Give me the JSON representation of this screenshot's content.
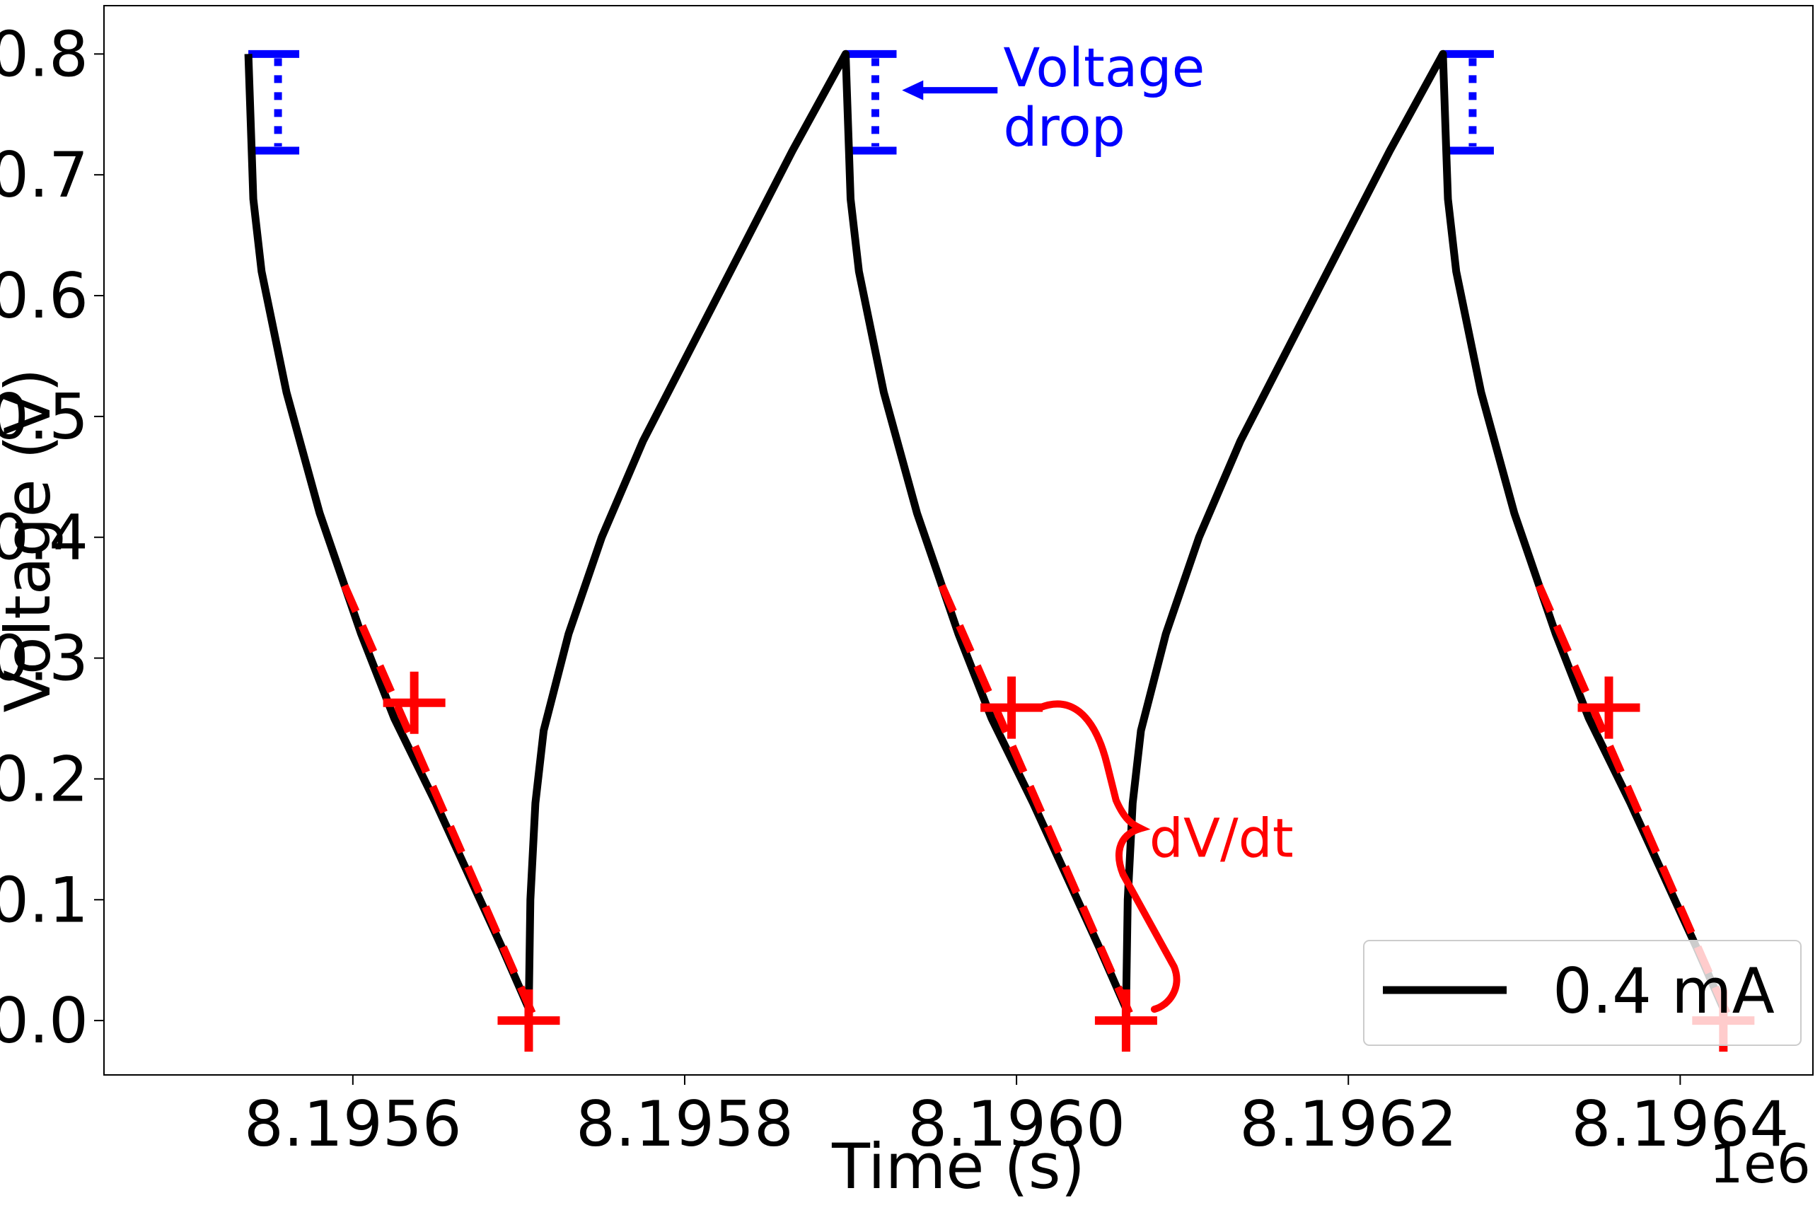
{
  "chart_data": {
    "type": "line",
    "title": "",
    "xlabel": "Time (s)",
    "ylabel": "Voltage (V)",
    "x_offset_label": "1e6",
    "xlim": [
      8.19545,
      8.19648
    ],
    "ylim": [
      -0.045,
      0.84
    ],
    "grid": false,
    "legend_position": "lower right",
    "x_ticks": [
      8.1956,
      8.1958,
      8.196,
      8.1962,
      8.1964
    ],
    "x_tick_labels": [
      "8.1956",
      "8.1958",
      "8.1960",
      "8.1962",
      "8.1964"
    ],
    "y_ticks": [
      0.0,
      0.1,
      0.2,
      0.3,
      0.4,
      0.5,
      0.6,
      0.7,
      0.8
    ],
    "y_tick_labels": [
      "0.0",
      "0.1",
      "0.2",
      "0.3",
      "0.4",
      "0.5",
      "0.6",
      "0.7",
      "0.8"
    ],
    "series": [
      {
        "name": "0.4 mA",
        "color": "#000000",
        "points": [
          [
            8.195537,
            0.8
          ],
          [
            8.195539,
            0.72
          ],
          [
            8.19554,
            0.68
          ],
          [
            8.195545,
            0.62
          ],
          [
            8.19556,
            0.52
          ],
          [
            8.19558,
            0.42
          ],
          [
            8.195605,
            0.32
          ],
          [
            8.195625,
            0.25
          ],
          [
            8.19565,
            0.18
          ],
          [
            8.19567,
            0.12
          ],
          [
            8.19569,
            0.06
          ],
          [
            8.195706,
            0.01
          ],
          [
            8.195707,
            0.1
          ],
          [
            8.19571,
            0.18
          ],
          [
            8.195715,
            0.24
          ],
          [
            8.19573,
            0.32
          ],
          [
            8.19575,
            0.4
          ],
          [
            8.195775,
            0.48
          ],
          [
            8.195805,
            0.56
          ],
          [
            8.195835,
            0.64
          ],
          [
            8.195865,
            0.72
          ],
          [
            8.195897,
            0.8
          ],
          [
            8.195899,
            0.72
          ],
          [
            8.1959,
            0.68
          ],
          [
            8.195905,
            0.62
          ],
          [
            8.19592,
            0.52
          ],
          [
            8.19594,
            0.42
          ],
          [
            8.195965,
            0.32
          ],
          [
            8.195985,
            0.25
          ],
          [
            8.19601,
            0.18
          ],
          [
            8.19603,
            0.12
          ],
          [
            8.19605,
            0.06
          ],
          [
            8.196066,
            0.01
          ],
          [
            8.196067,
            0.1
          ],
          [
            8.19607,
            0.18
          ],
          [
            8.196075,
            0.24
          ],
          [
            8.19609,
            0.32
          ],
          [
            8.19611,
            0.4
          ],
          [
            8.196135,
            0.48
          ],
          [
            8.196165,
            0.56
          ],
          [
            8.196195,
            0.64
          ],
          [
            8.196225,
            0.72
          ],
          [
            8.196257,
            0.8
          ],
          [
            8.196259,
            0.72
          ],
          [
            8.19626,
            0.68
          ],
          [
            8.196265,
            0.62
          ],
          [
            8.19628,
            0.52
          ],
          [
            8.1963,
            0.42
          ],
          [
            8.196325,
            0.32
          ],
          [
            8.196345,
            0.25
          ],
          [
            8.19637,
            0.18
          ],
          [
            8.19639,
            0.12
          ],
          [
            8.19641,
            0.06
          ],
          [
            8.196426,
            0.01
          ]
        ]
      }
    ],
    "dvdt_fit_lines": {
      "color": "#ff0000",
      "style": "dashed",
      "segments": [
        [
          [
            8.195595,
            0.36
          ],
          [
            8.19571,
            0.0
          ]
        ],
        [
          [
            8.195955,
            0.36
          ],
          [
            8.19607,
            0.0
          ]
        ],
        [
          [
            8.196315,
            0.36
          ],
          [
            8.19643,
            0.0
          ]
        ]
      ]
    },
    "dvdt_markers": {
      "color": "#ff0000",
      "shape": "plus",
      "points": [
        [
          8.195637,
          0.263
        ],
        [
          8.195706,
          0.0
        ],
        [
          8.195997,
          0.259
        ],
        [
          8.196066,
          0.0
        ],
        [
          8.196357,
          0.259
        ],
        [
          8.196426,
          0.0
        ]
      ]
    },
    "voltage_drop_brackets": {
      "color": "#0000ff",
      "items": [
        {
          "x": 8.195537,
          "y_top": 0.8,
          "y_bottom": 0.72
        },
        {
          "x": 8.195897,
          "y_top": 0.8,
          "y_bottom": 0.72
        },
        {
          "x": 8.196257,
          "y_top": 0.8,
          "y_bottom": 0.72
        }
      ]
    },
    "annotations": [
      {
        "text_lines": [
          "Voltage",
          "drop"
        ],
        "color": "#0000ff",
        "x": 8.195992,
        "y": 0.778,
        "arrow_to": [
          8.195931,
          0.77
        ]
      },
      {
        "text": "dV/dt",
        "color": "#ff0000",
        "x": 8.19608,
        "y": 0.152
      }
    ]
  }
}
